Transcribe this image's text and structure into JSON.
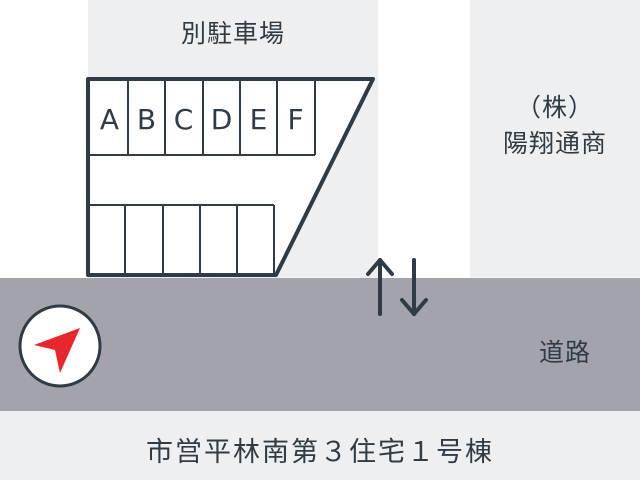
{
  "map": {
    "parking_lot": {
      "title": "別駐車場",
      "slots_top": [
        "A",
        "B",
        "C",
        "D",
        "E",
        "F"
      ]
    },
    "company": {
      "line1": "（株）",
      "line2": "陽翔通商"
    },
    "road": {
      "label": "道路",
      "traffic": "two-way"
    },
    "building": {
      "label": "市営平林南第３住宅１号棟"
    },
    "compass": {
      "icon": "compass-arrow-icon",
      "color": "#e8262b"
    },
    "colors": {
      "road": "#a3a4ab",
      "area": "#eeeff1",
      "line": "#2f3b45"
    }
  }
}
